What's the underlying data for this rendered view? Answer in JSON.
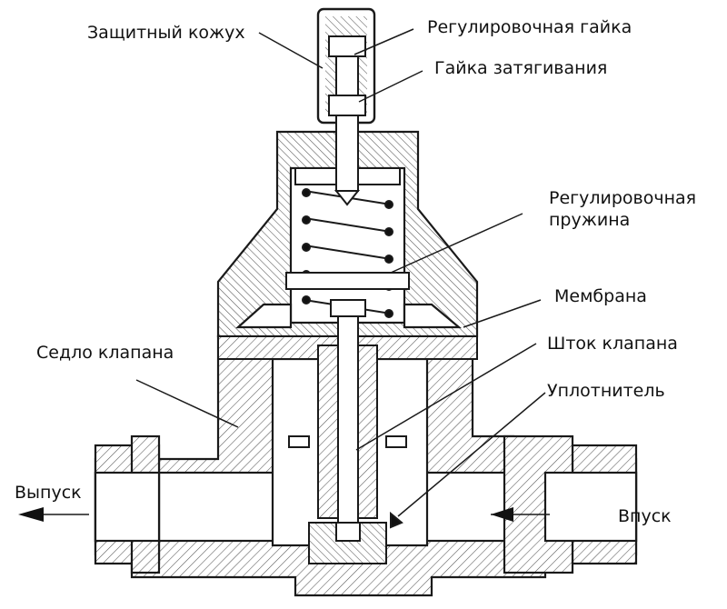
{
  "diagram": {
    "labels": {
      "protective_cover": "Защитный кожух",
      "adjusting_nut": "Регулировочная гайка",
      "lock_nut": "Гайка затягивания",
      "adjusting_spring_line1": "Регулировочная",
      "adjusting_spring_line2": "пружина",
      "membrane": "Мембрана",
      "valve_seat": "Седло клапана",
      "valve_stem": "Шток клапана",
      "seal": "Уплотнитель",
      "outlet": "Выпуск",
      "inlet": "Впуск"
    },
    "colors": {
      "line": "#1a1a1a",
      "hatch": "#444444",
      "background": "#ffffff"
    }
  }
}
